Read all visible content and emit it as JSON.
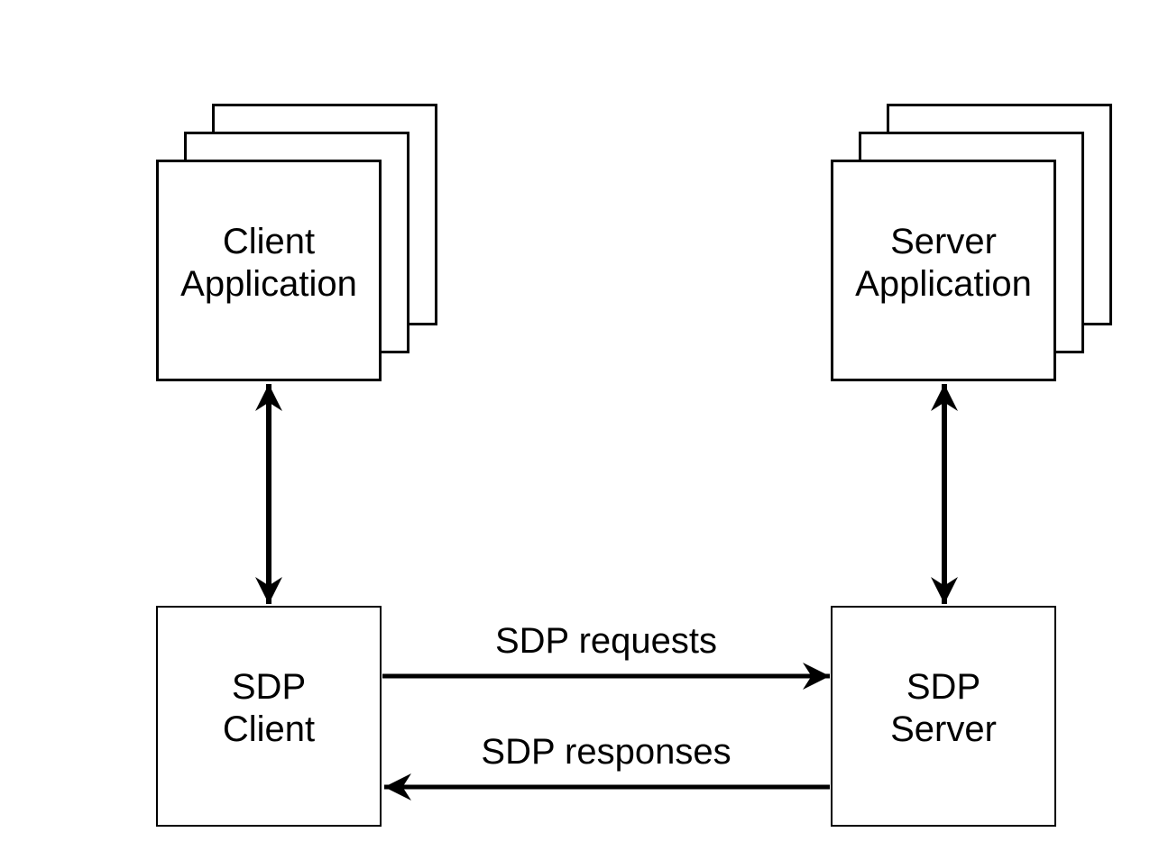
{
  "colors": {
    "background": "#ffffff",
    "line": "#000000"
  },
  "nodes": {
    "client_app": {
      "line1": "Client",
      "line2": "Application"
    },
    "server_app": {
      "line1": "Server",
      "line2": "Application"
    },
    "sdp_client": {
      "line1": "SDP",
      "line2": "Client"
    },
    "sdp_server": {
      "line1": "SDP",
      "line2": "Server"
    }
  },
  "edges": {
    "requests": {
      "label": "SDP requests"
    },
    "responses": {
      "label": "SDP responses"
    }
  }
}
